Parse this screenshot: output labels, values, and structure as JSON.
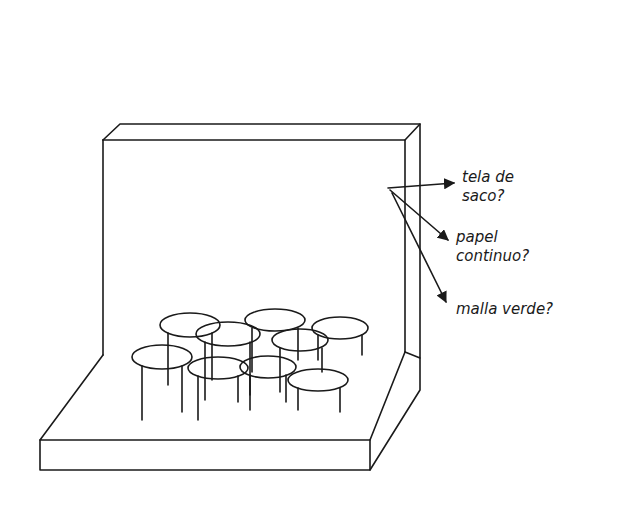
{
  "diagram": {
    "labels": [
      "tela de saco?",
      "papel continuo?",
      "malla verde?"
    ]
  }
}
